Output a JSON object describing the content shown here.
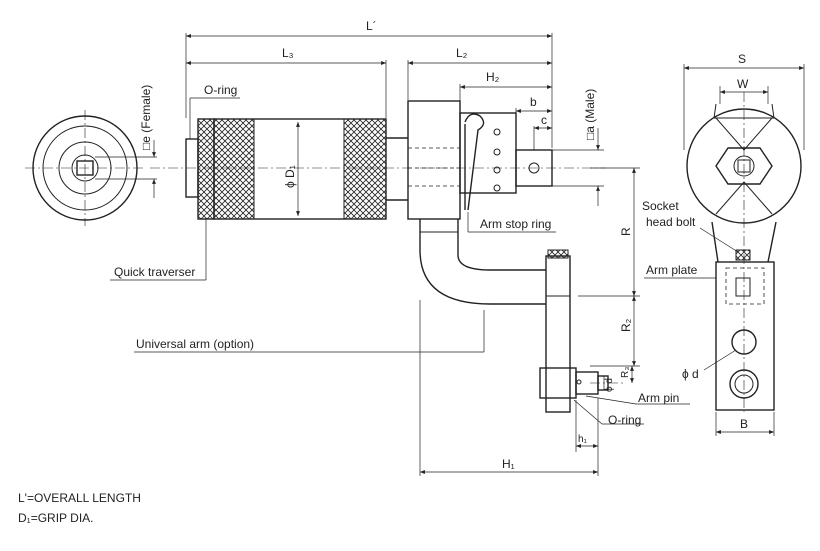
{
  "labels": {
    "overall_length": "L´",
    "l3": "L₃",
    "l2": "L₂",
    "h2": "H₂",
    "b": "b",
    "c": "c",
    "male": "□a (Male)",
    "female": "□e (Female)",
    "o_ring_top": "O-ring",
    "d1": "ϕ D₁",
    "arm_stop_ring": "Arm stop ring",
    "quick_traverser": "Quick traverser",
    "universal_arm": "Universal arm (option)",
    "r": "R",
    "r2": "R₂",
    "r3": "R₃",
    "phi_d_small": "ϕ d",
    "arm_pin": "Arm pin",
    "o_ring_bottom": "O-ring",
    "h1_small": "h₁",
    "h1": "H₁",
    "s": "S",
    "w": "W",
    "socket_head_bolt_1": "Socket",
    "socket_head_bolt_2": "head bolt",
    "arm_plate": "Arm plate",
    "phi_d_side": "ϕ d",
    "b_cap": "B"
  },
  "notes": [
    "L'=OVERALL LENGTH",
    "D₁=GRIP DIA."
  ]
}
